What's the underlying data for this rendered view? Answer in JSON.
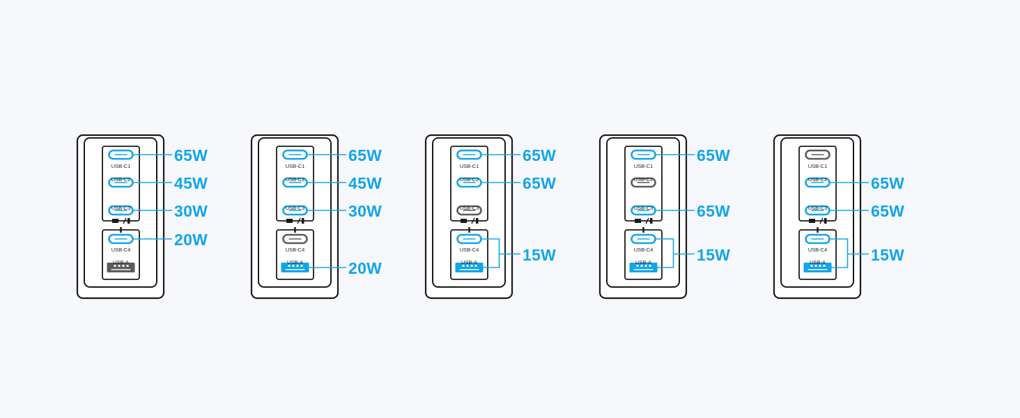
{
  "colors": {
    "active": "#12a5e8",
    "inactive": "#5b5b5b",
    "outline": "#1a1a1a",
    "background": "#f6f8fc"
  },
  "port_names": [
    "USB-C1",
    "USB-C2",
    "USB-C3",
    "USB-C4",
    "USB-A"
  ],
  "mode_icon": "laptop-phone-icon",
  "configurations": [
    {
      "ports": [
        {
          "name": "USB-C1",
          "active": true,
          "watt": "65W"
        },
        {
          "name": "USB-C2",
          "active": true,
          "watt": "45W"
        },
        {
          "name": "USB-C3",
          "active": true,
          "watt": "30W"
        },
        {
          "name": "USB-C4",
          "active": true,
          "watt": "20W"
        },
        {
          "name": "USB-A",
          "active": false,
          "watt": ""
        }
      ],
      "shared_watt": ""
    },
    {
      "ports": [
        {
          "name": "USB-C1",
          "active": true,
          "watt": "65W"
        },
        {
          "name": "USB-C2",
          "active": true,
          "watt": "45W"
        },
        {
          "name": "USB-C3",
          "active": true,
          "watt": "30W"
        },
        {
          "name": "USB-C4",
          "active": false,
          "watt": ""
        },
        {
          "name": "USB-A",
          "active": true,
          "watt": "20W"
        }
      ],
      "shared_watt": ""
    },
    {
      "ports": [
        {
          "name": "USB-C1",
          "active": true,
          "watt": "65W"
        },
        {
          "name": "USB-C2",
          "active": true,
          "watt": "65W"
        },
        {
          "name": "USB-C3",
          "active": false,
          "watt": ""
        },
        {
          "name": "USB-C4",
          "active": true,
          "watt": ""
        },
        {
          "name": "USB-A",
          "active": true,
          "watt": ""
        }
      ],
      "shared_watt": "15W"
    },
    {
      "ports": [
        {
          "name": "USB-C1",
          "active": true,
          "watt": "65W"
        },
        {
          "name": "USB-C2",
          "active": false,
          "watt": ""
        },
        {
          "name": "USB-C3",
          "active": true,
          "watt": "65W"
        },
        {
          "name": "USB-C4",
          "active": true,
          "watt": ""
        },
        {
          "name": "USB-A",
          "active": true,
          "watt": ""
        }
      ],
      "shared_watt": "15W"
    },
    {
      "ports": [
        {
          "name": "USB-C1",
          "active": false,
          "watt": ""
        },
        {
          "name": "USB-C2",
          "active": true,
          "watt": "65W"
        },
        {
          "name": "USB-C3",
          "active": true,
          "watt": "65W"
        },
        {
          "name": "USB-C4",
          "active": true,
          "watt": ""
        },
        {
          "name": "USB-A",
          "active": true,
          "watt": ""
        }
      ],
      "shared_watt": "15W"
    }
  ]
}
